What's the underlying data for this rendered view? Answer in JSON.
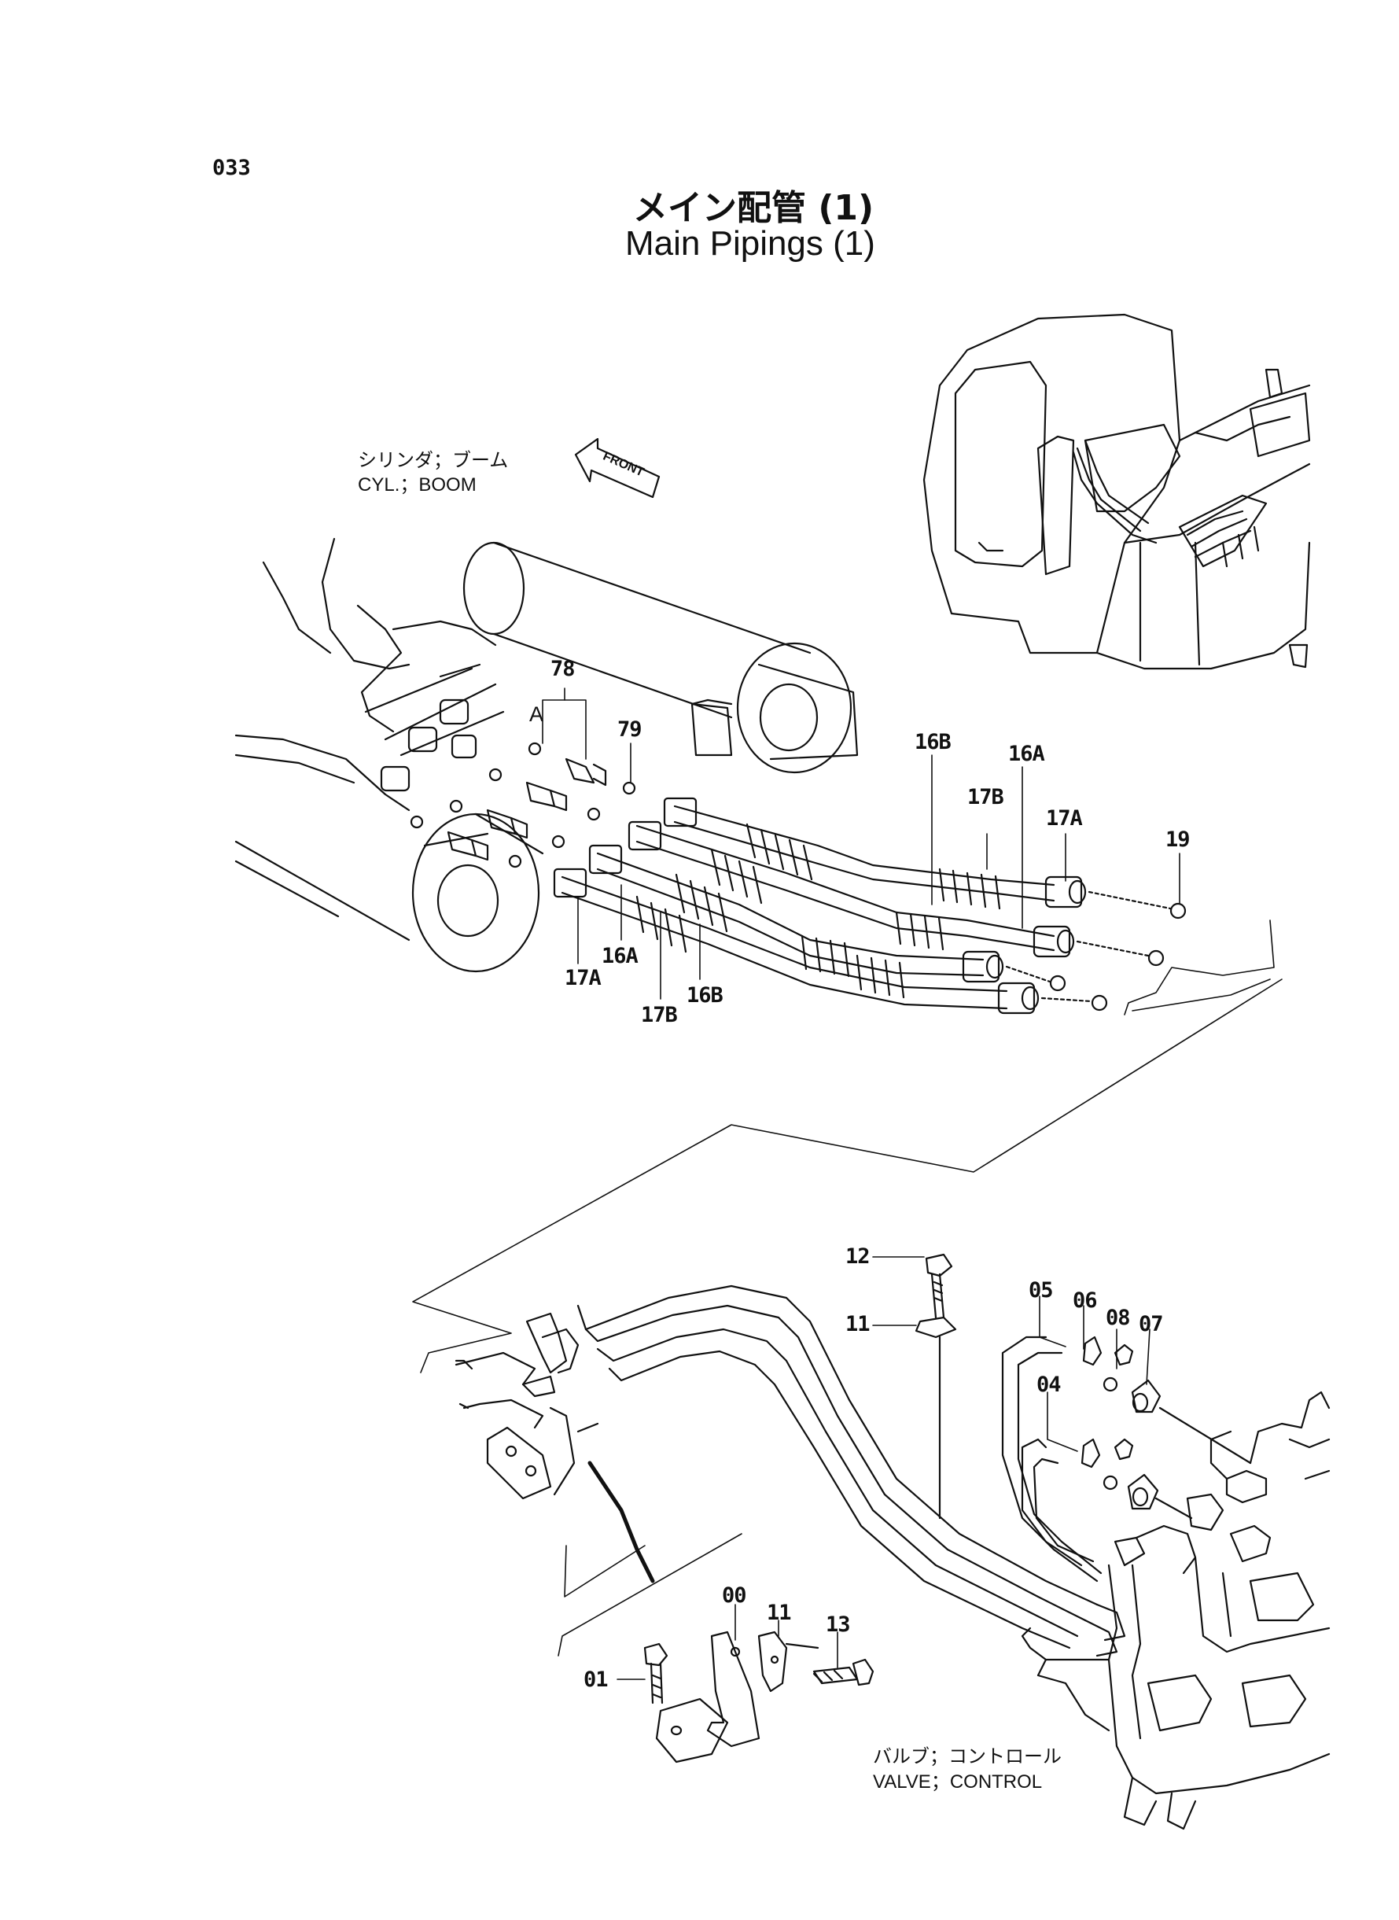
{
  "page_number": "033",
  "title_jp": "メイン配管 (1)",
  "title_en": "Main Pipings (1)",
  "notes": {
    "cylinder_jp": "シリンダ；ブーム",
    "cylinder_en": "CYL.；BOOM",
    "valve_jp": "バルブ；コントロール",
    "valve_en": "VALVE；CONTROL",
    "front_arrow": "FRONT"
  },
  "callouts": {
    "c78": "78",
    "cA": "A",
    "c79": "79",
    "c16B_top": "16B",
    "c16A_top": "16A",
    "c17B_top": "17B",
    "c17A_top": "17A",
    "c19": "19",
    "c17A_bot": "17A",
    "c16A_bot": "16A",
    "c16B_bot": "16B",
    "c17B_bot": "17B",
    "c12": "12",
    "c11_top": "11",
    "c05": "05",
    "c06": "06",
    "c08": "08",
    "c07": "07",
    "c04": "04",
    "c00": "00",
    "c11_bot": "11",
    "c13": "13",
    "c01": "01"
  },
  "line_color": "#111111"
}
